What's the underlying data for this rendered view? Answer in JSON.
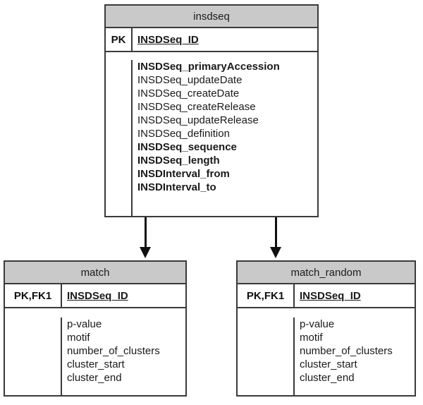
{
  "diagram": {
    "title": "insdseq-match-entity-relationship-diagram",
    "background_color": "#ffffff",
    "header_fill": "#c9c9c9",
    "border_color": "#3a3a3a",
    "text_color": "#1a1a1a"
  },
  "entities": {
    "insdseq": {
      "name": "insdseq",
      "key_label": "PK",
      "primary_key": "INSDSeq_ID",
      "attributes": [
        {
          "name": "INSDSeq_primaryAccession",
          "bold": true
        },
        {
          "name": "INSDSeq_updateDate",
          "bold": false
        },
        {
          "name": "INSDSeq_createDate",
          "bold": false
        },
        {
          "name": "INSDSeq_createRelease",
          "bold": false
        },
        {
          "name": "INSDSeq_updateRelease",
          "bold": false
        },
        {
          "name": "INSDSeq_definition",
          "bold": false
        },
        {
          "name": "INSDSeq_sequence",
          "bold": true
        },
        {
          "name": "INSDSeq_length",
          "bold": true
        },
        {
          "name": "INSDInterval_from",
          "bold": true
        },
        {
          "name": "INSDInterval_to",
          "bold": true
        }
      ]
    },
    "match": {
      "name": "match",
      "key_label": "PK,FK1",
      "primary_key": "INSDSeq_ID",
      "attributes": [
        {
          "name": "p-value",
          "bold": false
        },
        {
          "name": "motif",
          "bold": false
        },
        {
          "name": "number_of_clusters",
          "bold": false
        },
        {
          "name": "cluster_start",
          "bold": false
        },
        {
          "name": "cluster_end",
          "bold": false
        }
      ]
    },
    "match_random": {
      "name": "match_random",
      "key_label": "PK,FK1",
      "primary_key": "INSDSeq_ID",
      "attributes": [
        {
          "name": "p-value",
          "bold": false
        },
        {
          "name": "motif",
          "bold": false
        },
        {
          "name": "number_of_clusters",
          "bold": false
        },
        {
          "name": "cluster_start",
          "bold": false
        },
        {
          "name": "cluster_end",
          "bold": false
        }
      ]
    }
  },
  "relationships": [
    {
      "from": "insdseq",
      "to": "match",
      "arrow": "identifying-arrow-down"
    },
    {
      "from": "insdseq",
      "to": "match_random",
      "arrow": "identifying-arrow-down"
    }
  ]
}
